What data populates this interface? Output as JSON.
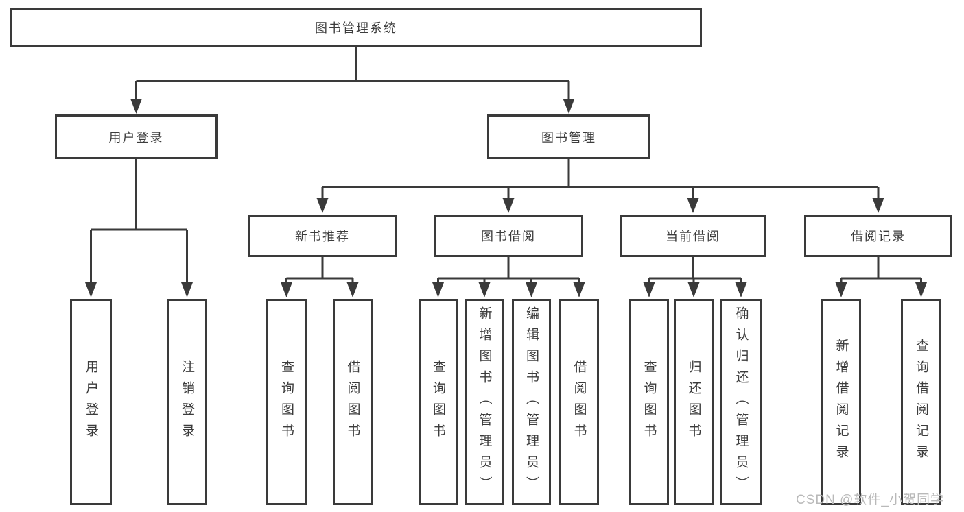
{
  "tree": {
    "label": "图书管理系统",
    "children": [
      {
        "label": "用户登录",
        "children": [
          {
            "label": "用户登录"
          },
          {
            "label": "注销登录"
          }
        ]
      },
      {
        "label": "图书管理",
        "children": [
          {
            "label": "新书推荐",
            "children": [
              {
                "label": "查询图书"
              },
              {
                "label": "借阅图书"
              }
            ]
          },
          {
            "label": "图书借阅",
            "children": [
              {
                "label": "查询图书"
              },
              {
                "label": "新增图书（管理员）"
              },
              {
                "label": "编辑图书（管理员）"
              },
              {
                "label": "借阅图书"
              }
            ]
          },
          {
            "label": "当前借阅",
            "children": [
              {
                "label": "查询图书"
              },
              {
                "label": "归还图书"
              },
              {
                "label": "确认归还（管理员）"
              }
            ]
          },
          {
            "label": "借阅记录",
            "children": [
              {
                "label": "新增借阅记录"
              },
              {
                "label": "查询借阅记录"
              }
            ]
          }
        ]
      }
    ]
  },
  "watermark": "CSDN @软件_小贺同学",
  "colors": {
    "line": "#3a3a3a",
    "text": "#3c3c3c",
    "watermark": "#b9b9b9",
    "background": "#ffffff"
  }
}
